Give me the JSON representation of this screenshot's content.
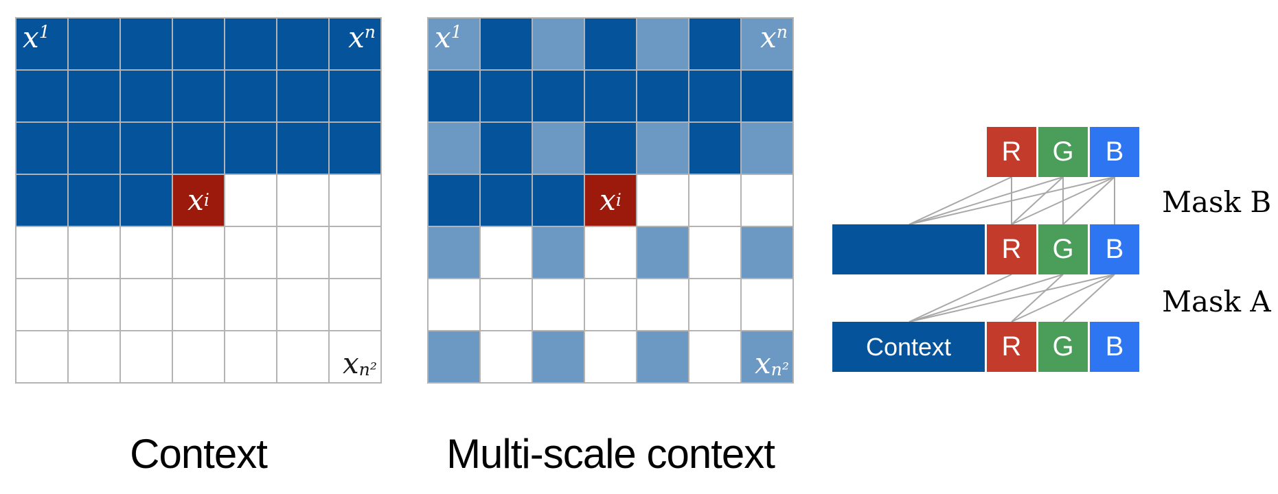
{
  "figure": {
    "left_grid": {
      "caption": "Context",
      "rows": [
        "DDDDDDD",
        "DDDDDDD",
        "DDDDDDD",
        "DDDRWWW",
        "WWWWWWW",
        "WWWWWWW",
        "WWWWWWW"
      ],
      "labels": [
        {
          "base": "x",
          "sub": "1",
          "row": 0,
          "col": 0,
          "color": "#ffffff",
          "anchor": "top-left"
        },
        {
          "base": "x",
          "sub": "n",
          "row": 0,
          "col": 6,
          "color": "#ffffff",
          "anchor": "top-right"
        },
        {
          "base": "x",
          "sub": "i",
          "row": 3,
          "col": 3,
          "color": "#ffffff",
          "anchor": "center"
        },
        {
          "base": "x",
          "sub": "n²",
          "row": 6,
          "col": 6,
          "color": "#1a1a1a",
          "anchor": "bottom-right"
        }
      ]
    },
    "middle_grid": {
      "caption": "Multi-scale context",
      "rows": [
        "LDLDLDL",
        "DDDDDDD",
        "LDLDLDL",
        "DDDRWWW",
        "LWLWLWL",
        "WWWWWWW",
        "LWLWLWL"
      ],
      "labels": [
        {
          "base": "x",
          "sub": "1",
          "row": 0,
          "col": 0,
          "color": "#ffffff",
          "anchor": "top-left"
        },
        {
          "base": "x",
          "sub": "n",
          "row": 0,
          "col": 6,
          "color": "#ffffff",
          "anchor": "top-right"
        },
        {
          "base": "x",
          "sub": "i",
          "row": 3,
          "col": 3,
          "color": "#ffffff",
          "anchor": "center"
        },
        {
          "base": "x",
          "sub": "n²",
          "row": 6,
          "col": 6,
          "color": "#ffffff",
          "anchor": "bottom-right"
        }
      ]
    },
    "rgb_diagram": {
      "channels": [
        {
          "label": "R",
          "color": "#c23b2b"
        },
        {
          "label": "G",
          "color": "#4b9e5a"
        },
        {
          "label": "B",
          "color": "#2e75f2"
        }
      ],
      "context_bar_label": "Context",
      "mask_b_label": "Mask B",
      "mask_a_label": "Mask A",
      "mask_b_connections": [
        [
          "context",
          "R"
        ],
        [
          "context",
          "G"
        ],
        [
          "context",
          "B"
        ],
        [
          "R",
          "R"
        ],
        [
          "R",
          "G"
        ],
        [
          "R",
          "B"
        ],
        [
          "G",
          "G"
        ],
        [
          "G",
          "B"
        ],
        [
          "B",
          "B"
        ]
      ],
      "mask_a_connections": [
        [
          "context",
          "R"
        ],
        [
          "context",
          "G"
        ],
        [
          "context",
          "B"
        ],
        [
          "R",
          "G"
        ],
        [
          "R",
          "B"
        ],
        [
          "G",
          "B"
        ]
      ]
    }
  },
  "colors": {
    "context_dark": "#05549b",
    "context_light": "#6c99c3",
    "current_pixel": "#9b1a0c",
    "future_white": "#ffffff",
    "grid_line": "#b3b3b3",
    "connector": "#a8a8a8",
    "caption_text": "#000000"
  }
}
